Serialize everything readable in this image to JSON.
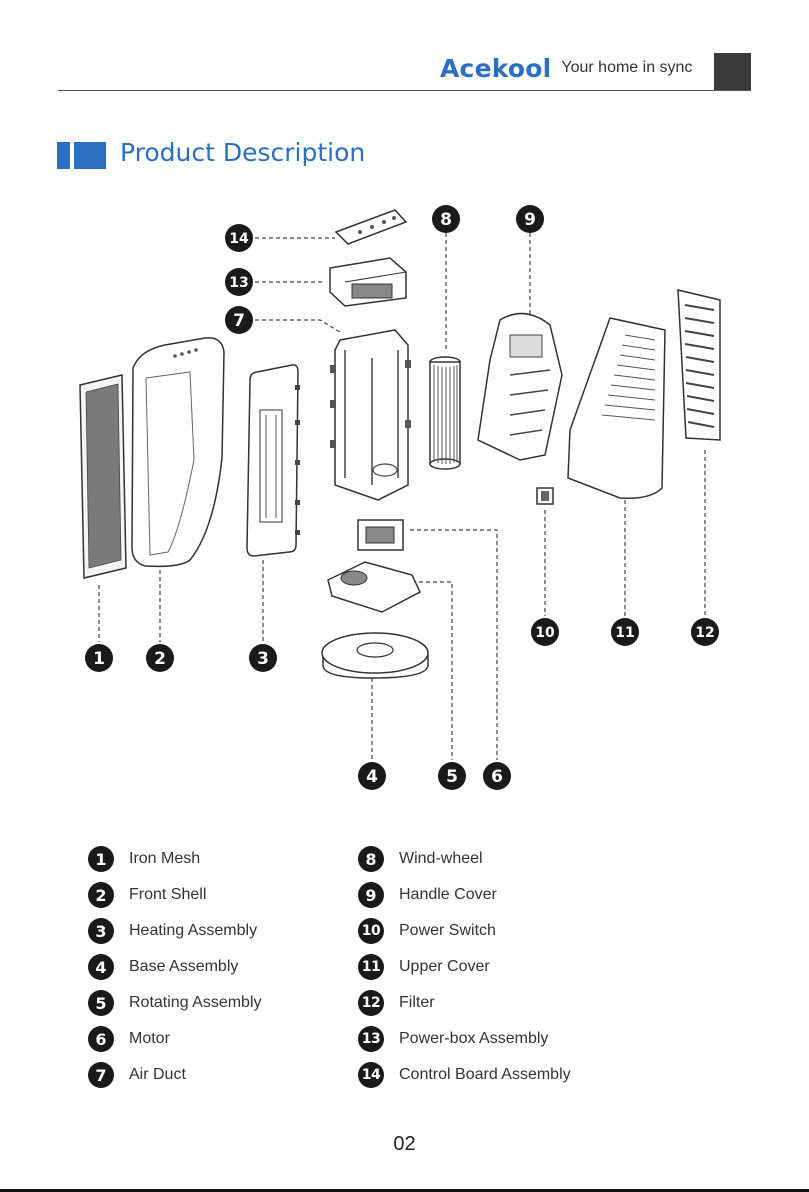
{
  "header": {
    "logo_text": "Acekool",
    "tagline": "Your home in sync",
    "brand_color": "#2a6fc2"
  },
  "section": {
    "title": "Product Description"
  },
  "callouts": {
    "c1": "1",
    "c2": "2",
    "c3": "3",
    "c4": "4",
    "c5": "5",
    "c6": "6",
    "c7": "7",
    "c8": "8",
    "c9": "9",
    "c10": "10",
    "c11": "11",
    "c12": "12",
    "c13": "13",
    "c14": "14"
  },
  "legend": {
    "left": [
      {
        "num": "1",
        "label": "Iron Mesh"
      },
      {
        "num": "2",
        "label": "Front Shell"
      },
      {
        "num": "3",
        "label": "Heating Assembly"
      },
      {
        "num": "4",
        "label": "Base Assembly"
      },
      {
        "num": "5",
        "label": "Rotating Assembly"
      },
      {
        "num": "6",
        "label": "Motor"
      },
      {
        "num": "7",
        "label": "Air Duct"
      }
    ],
    "right": [
      {
        "num": "8",
        "label": "Wind-wheel"
      },
      {
        "num": "9",
        "label": "Handle Cover"
      },
      {
        "num": "10",
        "label": "Power Switch"
      },
      {
        "num": "11",
        "label": "Upper Cover"
      },
      {
        "num": "12",
        "label": "Filter"
      },
      {
        "num": "13",
        "label": "Power-box Assembly"
      },
      {
        "num": "14",
        "label": "Control Board Assembly"
      }
    ]
  },
  "footer": {
    "page_number": "02"
  }
}
